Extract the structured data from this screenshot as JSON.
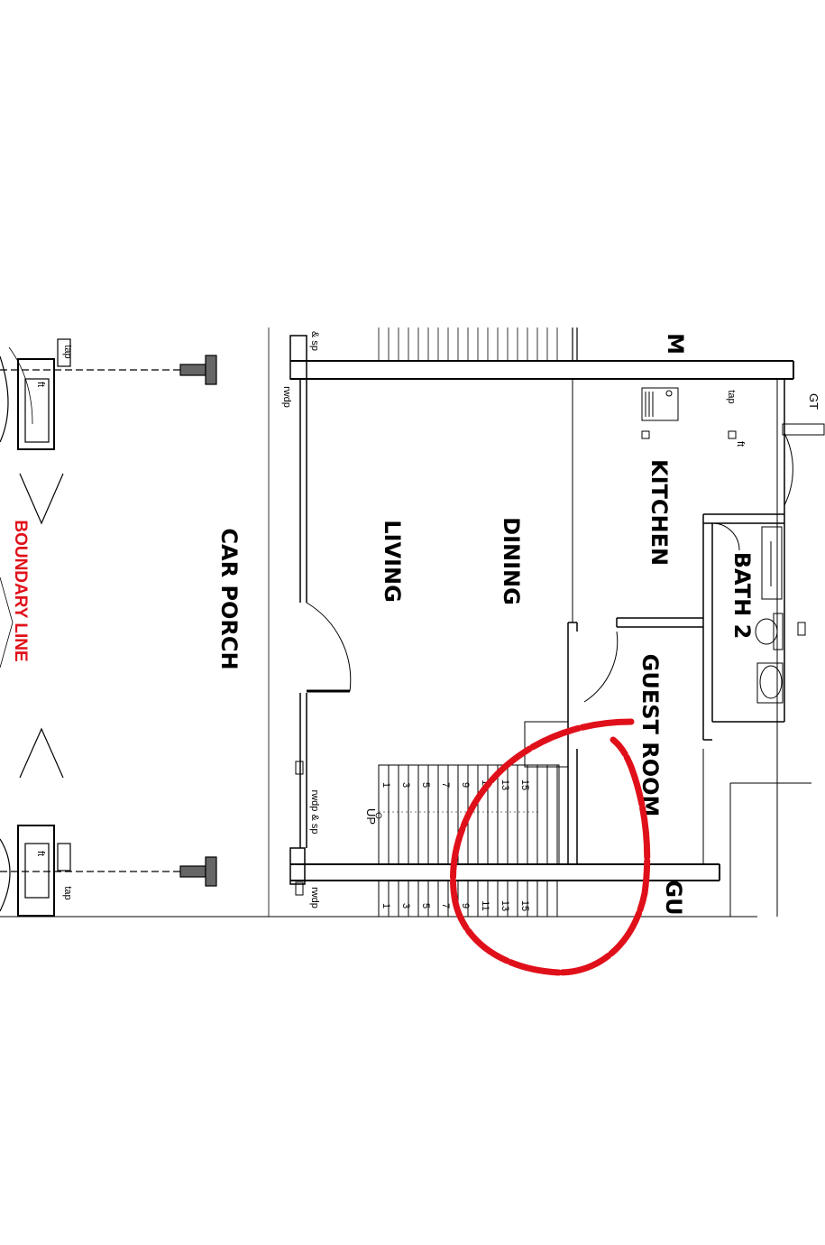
{
  "rooms": {
    "car_porch": "CAR PORCH",
    "living": "LIVING",
    "dining": "DINING",
    "kitchen": "KITCHEN",
    "bath2": "BATH 2",
    "guest_room": "GUEST ROOM",
    "guest_room_partial": "GU",
    "room_top_partial": "M"
  },
  "boundary_line": "BOUNDARY LINE",
  "fixture_labels": {
    "tap": "tap",
    "ft": "ft",
    "rwdp": "rwdp",
    "rwdp_sp": "rwdp & sp",
    "sp": "& sp",
    "gt": "GT",
    "up": "UP"
  },
  "stair_numbers": [
    "1",
    "3",
    "5",
    "7",
    "9",
    "11",
    "13",
    "15"
  ],
  "colors": {
    "boundary": "#e0101a",
    "annotation": "#e0101a",
    "wall": "#000000",
    "hatch": "#555555"
  },
  "annotation": "red hand-drawn circle"
}
